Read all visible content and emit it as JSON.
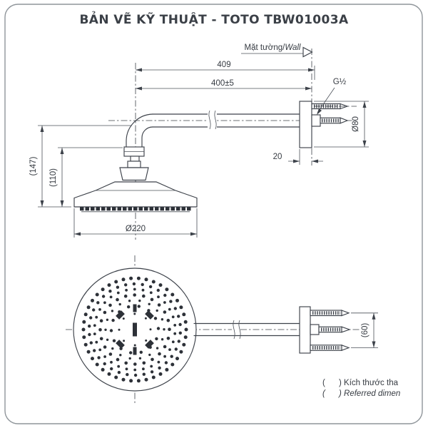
{
  "title": "BẢN VẼ KỸ THUẬT - TOTO TBW01003A",
  "labels": {
    "wall_prefix": "Mặt tường/",
    "wall_italic": "Wall",
    "thread": "G½"
  },
  "dimensions": {
    "arm_overall": "409",
    "arm_to_wall": "400±5",
    "flange_diameter": "Ø80",
    "flange_thickness": "20",
    "head_height_overall": "(147)",
    "head_height": "(110)",
    "head_diameter": "Ø220",
    "screw_spacing": "(60)"
  },
  "footer": {
    "note_vi": "(      ) Kích thước tha",
    "note_en": "(      ) Referred dimen"
  },
  "colors": {
    "line": "#3d424a",
    "text": "#363b42",
    "border": "#8f959a",
    "background": "#ffffff"
  }
}
